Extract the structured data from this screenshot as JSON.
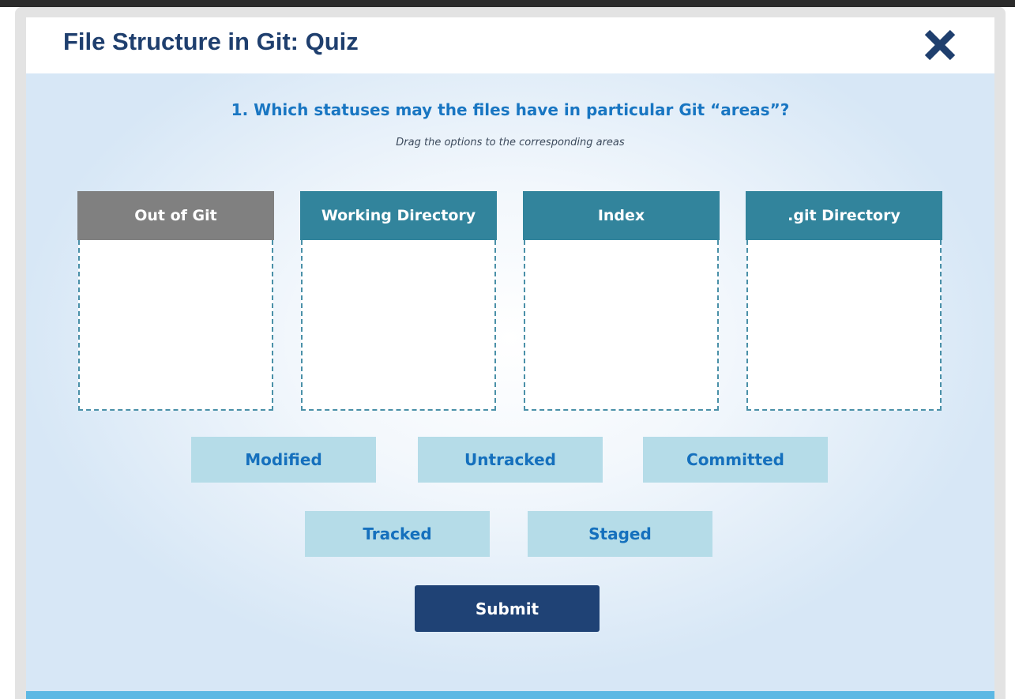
{
  "dialog": {
    "title": "File Structure in Git: Quiz",
    "close_icon": "close-icon"
  },
  "question": {
    "text": "1. Which statuses may the files have in particular Git “areas”?",
    "instruction": "Drag the options to the corresponding areas"
  },
  "areas": [
    {
      "label": "Out of Git",
      "color": "#808080"
    },
    {
      "label": "Working Directory",
      "color": "#32849c"
    },
    {
      "label": "Index",
      "color": "#32849c"
    },
    {
      "label": ".git Directory",
      "color": "#32849c"
    }
  ],
  "options": [
    {
      "label": "Modified"
    },
    {
      "label": "Untracked"
    },
    {
      "label": "Committed"
    },
    {
      "label": "Tracked"
    },
    {
      "label": "Staged"
    }
  ],
  "submit_label": "Submit",
  "colors": {
    "title": "#1f3f6e",
    "question": "#1976c2",
    "option_bg": "#b5dce8",
    "option_text": "#1570bd",
    "submit_bg": "#1f4275",
    "accent_bar": "#5cb8e4"
  }
}
